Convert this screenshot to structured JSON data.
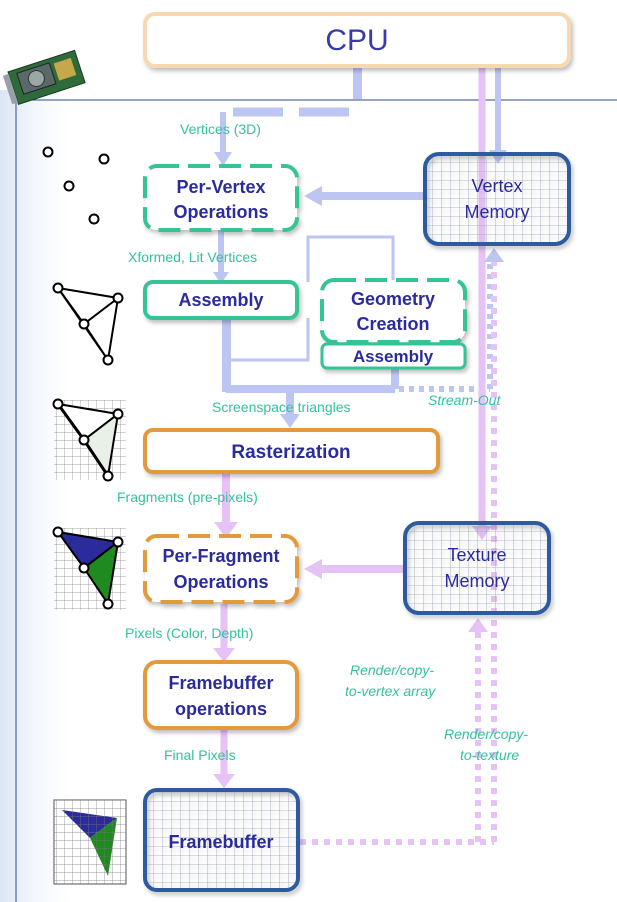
{
  "colors": {
    "cpu_border": "#f6d9b0",
    "cpu_text": "#3a3aa8",
    "stage_text": "#2b2b9c",
    "teal": "#35c496",
    "orange": "#e39a3a",
    "memory_border": "#2d5aa0",
    "label_teal": "#33c29d",
    "flow_blue": "#bdc6f2",
    "flow_pink": "#e6c2f6",
    "tri_blue": "#2b2b9c",
    "tri_green": "#1f8a1f"
  },
  "cpu": {
    "label": "CPU"
  },
  "stages": {
    "per_vertex": {
      "line1": "Per-Vertex",
      "line2": "Operations"
    },
    "assembly": {
      "label": "Assembly"
    },
    "geometry": {
      "line1": "Geometry",
      "line2": "Creation",
      "line3": "Assembly"
    },
    "rasterization": {
      "label": "Rasterization"
    },
    "per_fragment": {
      "line1": "Per-Fragment",
      "line2": "Operations"
    },
    "framebuffer_ops": {
      "line1": "Framebuffer",
      "line2": "operations"
    },
    "framebuffer": {
      "label": "Framebuffer"
    }
  },
  "memories": {
    "vertex": {
      "line1": "Vertex",
      "line2": "Memory"
    },
    "texture": {
      "line1": "Texture",
      "line2": "Memory"
    }
  },
  "flow_labels": {
    "vertices": "Vertices (3D)",
    "xformed": "Xformed, Lit Vertices",
    "screenspace": "Screenspace triangles",
    "fragments": "Fragments (pre-pixels)",
    "pixels": "Pixels (Color, Depth)",
    "final": "Final Pixels",
    "stream_out": "Stream-Out",
    "rcv_line1": "Render/copy-",
    "rcv_line2": "to-vertex array",
    "rct_line1": "Render/copy-",
    "rct_line2": "to-texture"
  },
  "icons": {
    "gpu_card": "graphics-card-icon",
    "vertices": "vertex-points-icon",
    "triangle_mesh": "triangle-mesh-icon",
    "rasterized_grid": "rasterized-triangles-icon",
    "colored_fragments": "colored-fragments-icon",
    "pixel_grid": "pixel-grid-icon"
  }
}
